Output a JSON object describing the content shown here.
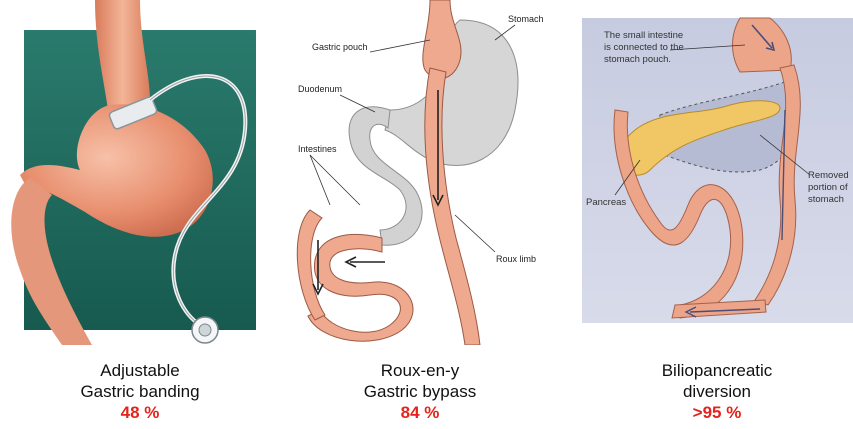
{
  "panels": [
    {
      "caption_line1": "Adjustable",
      "caption_line2": "Gastric banding",
      "percent": "48 %"
    },
    {
      "caption_line1": "Roux-en-y",
      "caption_line2": "Gastric bypass",
      "percent": "84 %",
      "labels": {
        "gastric_pouch": "Gastric pouch",
        "stomach": "Stomach",
        "duodenum": "Duodenum",
        "intestines": "Intestines",
        "roux_limb": "Roux limb"
      }
    },
    {
      "caption_line1": "Biliopancreatic",
      "caption_line2": "diversion",
      "percent": ">95 %",
      "labels": {
        "note_line1": "The small intestine",
        "note_line2": "is connected to the",
        "note_line3": "stomach pouch.",
        "pancreas": "Pancreas",
        "removed_line1": "Removed",
        "removed_line2": "portion of",
        "removed_line3": "stomach"
      }
    }
  ],
  "colors": {
    "accent_red": "#e3231c",
    "teal_background": "#1f6b5e",
    "tissue": "#e9a48a",
    "gray_stomach": "#cfcfcf",
    "blue_background": "#c9cde0"
  }
}
